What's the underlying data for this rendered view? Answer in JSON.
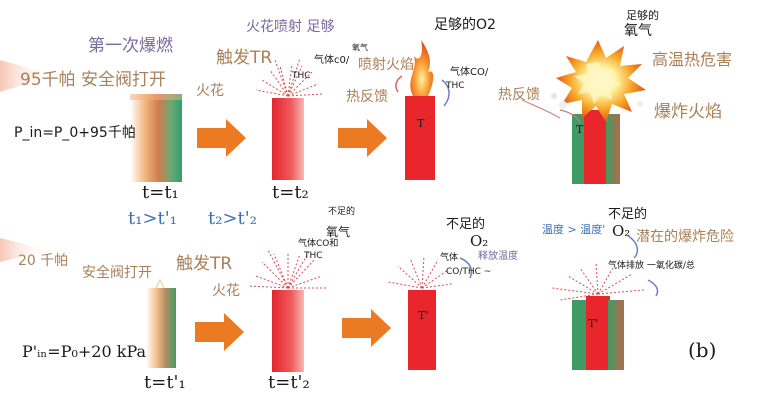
{
  "top": {
    "first_explosion": "第一次爆燃",
    "valve_open_95": "95千帕 安全阀打开",
    "p_in": "P_in=P_0+95千帕",
    "spark": "火花",
    "trigger_tr": "触发TR",
    "spark_jet_sufficient": "火花喷射 足够",
    "gas_co_top": "气体c0/",
    "oxygen_small": "氧气",
    "thc": "THC",
    "jet_flame": "喷射火焰",
    "heat_feedback": "热反馈",
    "sufficient_o2": "足够的O2",
    "gas_co2": "气体CO/",
    "thc2": "THC",
    "t_label": "T",
    "heat_feedback2": "热反馈",
    "sufficient_oxygen_1": "足够的",
    "sufficient_oxygen_2": "氧气",
    "high_temp_hazard": "高温热危害",
    "explosion_flame": "爆炸火焰",
    "t_label2": "T",
    "time1": "t=t₁",
    "time2": "t=t₂",
    "cmp1": "t₁>t'₁",
    "cmp2": "t₂>t'₂"
  },
  "bottom": {
    "kpa20": "20 千帕",
    "valve_open": "安全阀打开",
    "trigger_tr": "触发TR",
    "spark": "火花",
    "insufficient_oxygen_1": "不足的",
    "insufficient_oxygen_2": "氧气",
    "gas_co_and": "气体CO和",
    "thc": "THC",
    "insufficient_1": "不足的",
    "insufficient_o2": "O₂",
    "gas": "气体",
    "release_temp": "释放温度",
    "co_thc": "CO/THC ~",
    "t_prime": "T'",
    "temp_gt": "温度 > 温度'",
    "insufficient_2": "不足的",
    "o2_2": "O₂",
    "potential_explosion": "潜在的爆炸危险",
    "gas_emission": "气体排放 一氧化碳/总",
    "t_prime2": "T'",
    "p_in_prime": "P'ᵢₙ=P₀+20 kPa",
    "time1": "t=t'₁",
    "time2": "t=t'₂",
    "panel_label": "(b)"
  },
  "colors": {
    "cell_red": "#e8262b",
    "cell_green": "#3f9b63",
    "arrow_orange": "#ec7a23",
    "label_brown": "#a9805a",
    "blue_label": "#3d6fb6"
  }
}
